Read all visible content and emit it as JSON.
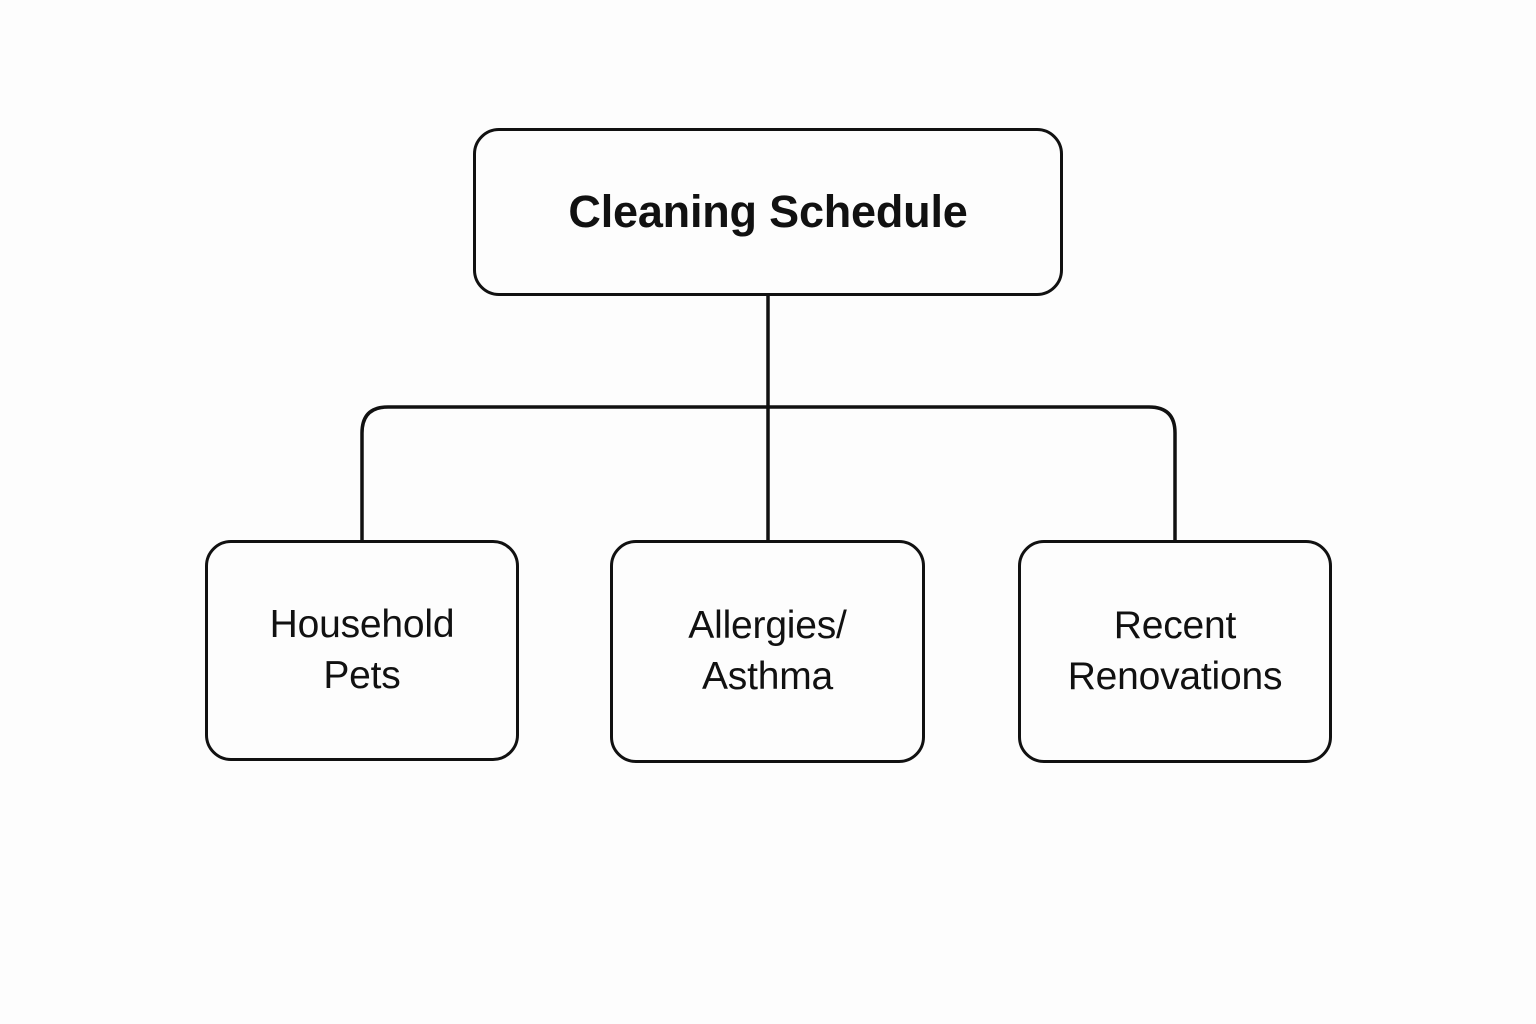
{
  "diagram": {
    "type": "tree",
    "orientation": "top-down",
    "background_color": "#fdfdfd",
    "stroke_color": "#111111",
    "text_color": "#111111",
    "root": {
      "id": "cleaning-schedule",
      "label": "Cleaning Schedule"
    },
    "children": [
      {
        "id": "household-pets",
        "label": "Household\nPets",
        "line1": "Household",
        "line2": "Pets"
      },
      {
        "id": "allergies-asthma",
        "label": "Allergies/\nAsthma",
        "line1": "Allergies/",
        "line2": "Asthma"
      },
      {
        "id": "recent-renovations",
        "label": "Recent\nRenovations",
        "line1": "Recent",
        "line2": "Renovations"
      }
    ],
    "edges": [
      {
        "from": "cleaning-schedule",
        "to": "household-pets"
      },
      {
        "from": "cleaning-schedule",
        "to": "allergies-asthma"
      },
      {
        "from": "cleaning-schedule",
        "to": "recent-renovations"
      }
    ]
  }
}
